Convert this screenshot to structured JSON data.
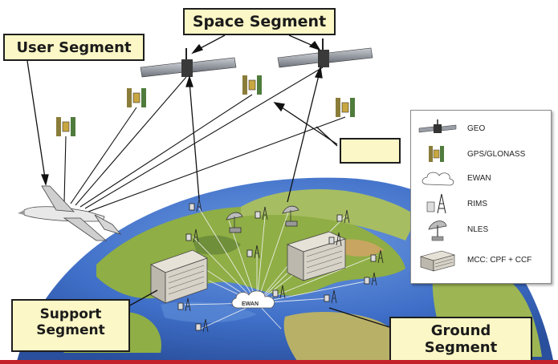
{
  "segments": {
    "space": "Space Segment",
    "user": "User Segment",
    "support_line1": "Support",
    "support_line2": "Segment",
    "ground_line1": "Ground",
    "ground_line2": "Segment",
    "blank": ""
  },
  "map": {
    "ewan_label": "EWAN"
  },
  "legend": {
    "items": [
      {
        "icon": "geo-satellite-icon",
        "label": "GEO"
      },
      {
        "icon": "gps-glonass-satellite-icon",
        "label": "GPS/GLONASS"
      },
      {
        "icon": "cloud-icon",
        "label": "EWAN"
      },
      {
        "icon": "rims-station-icon",
        "label": "RIMS"
      },
      {
        "icon": "nles-dish-icon",
        "label": "NLES"
      },
      {
        "icon": "building-icon",
        "label": "MCC: CPF + CCF"
      }
    ]
  },
  "colors": {
    "label_fill": "#fbf7c6",
    "ocean": "#3f6fc8",
    "land": "#8fae45",
    "bottom_rule": "#c4222a"
  }
}
